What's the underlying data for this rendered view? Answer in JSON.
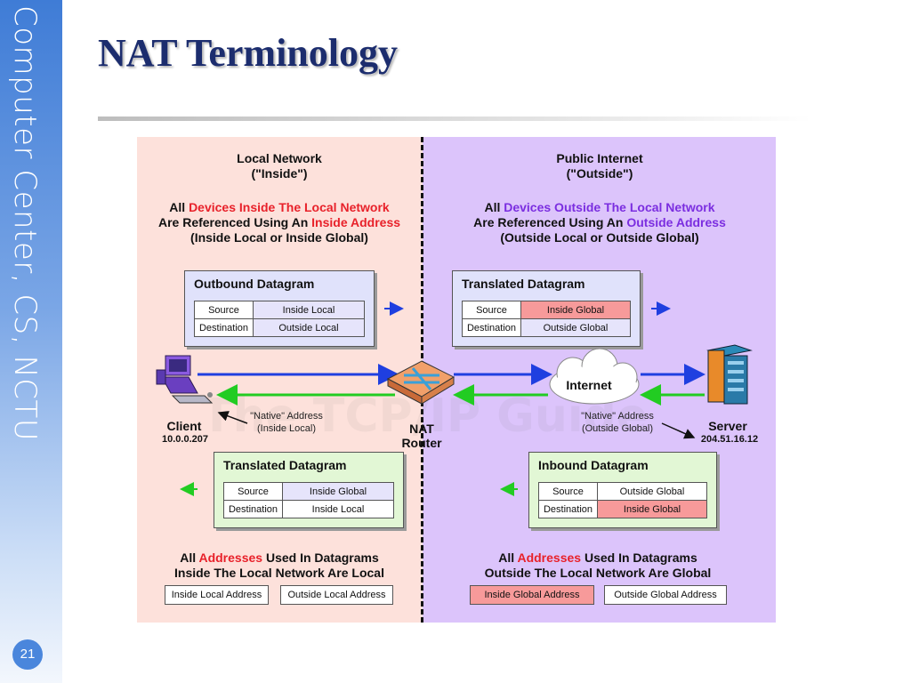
{
  "sidebar": {
    "text": "Computer Center, CS, NCTU",
    "page_number": "21"
  },
  "title": "NAT Terminology",
  "diagram": {
    "watermark": "The TCP/IP Guide",
    "local": {
      "heading_1": "Local Network",
      "heading_2": "(\"Inside\")",
      "desc_1_a": "All ",
      "desc_1_b": "Devices Inside The Local Network",
      "desc_2_a": "Are Referenced Using An ",
      "desc_2_b": "Inside Address",
      "desc_3": "(Inside Local or Inside Global)",
      "footer_1_a": "All ",
      "footer_1_b": "Addresses",
      "footer_1_c": " Used In Datagrams",
      "footer_2": "Inside The Local Network Are Local",
      "addr_1": "Inside Local Address",
      "addr_2": "Outside Local Address"
    },
    "public": {
      "heading_1": "Public Internet",
      "heading_2": "(\"Outside\")",
      "desc_1_a": "All ",
      "desc_1_b": "Devices Outside The Local Network",
      "desc_2_a": "Are Referenced Using An ",
      "desc_2_b": "Outside Address",
      "desc_3": "(Outside Local or Outside Global)",
      "footer_1_a": "All ",
      "footer_1_b": "Addresses",
      "footer_1_c": " Used In Datagrams",
      "footer_2": "Outside The Local Network Are Global",
      "addr_1": "Inside Global Address",
      "addr_2": "Outside Global Address"
    },
    "datagrams": {
      "outbound": {
        "title": "Outbound Datagram",
        "src_label": "Source",
        "src_value": "Inside Local",
        "dst_label": "Destination",
        "dst_value": "Outside Local"
      },
      "translated_out": {
        "title": "Translated Datagram",
        "src_label": "Source",
        "src_value": "Inside Global",
        "dst_label": "Destination",
        "dst_value": "Outside Global"
      },
      "translated_in": {
        "title": "Translated Datagram",
        "src_label": "Source",
        "src_value": "Inside Global",
        "dst_label": "Destination",
        "dst_value": "Inside Local"
      },
      "inbound": {
        "title": "Inbound Datagram",
        "src_label": "Source",
        "src_value": "Outside Global",
        "dst_label": "Destination",
        "dst_value": "Inside Global"
      }
    },
    "nodes": {
      "client_label": "Client",
      "client_ip": "10.0.0.207",
      "client_native_1": "\"Native\" Address",
      "client_native_2": "(Inside Local)",
      "router_label_1": "NAT",
      "router_label_2": "Router",
      "internet_label": "Internet",
      "server_label": "Server",
      "server_ip": "204.51.16.12",
      "server_native_1": "\"Native\" Address",
      "server_native_2": "(Outside Global)"
    },
    "colors": {
      "local_zone": "#fde1db",
      "public_zone": "#dcc4fb",
      "blue_arrow": "#1f3fe0",
      "green_arrow": "#22cc22",
      "highlight_red": "#e8212a",
      "highlight_purple": "#7b2ee0",
      "global_address_fill": "#f79a9a"
    }
  }
}
